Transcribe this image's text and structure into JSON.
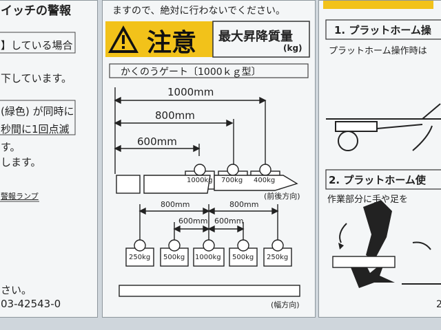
{
  "left_panel": {
    "line1": "イッチの警報",
    "line2": "】している場合",
    "line3": "下しています。",
    "line4": "(緑色) が同時に",
    "line5": "秒間に1回点滅",
    "line6": "す。",
    "line7": "します。",
    "line8": "警報ランプ",
    "line9": "さい。",
    "line10": "03-42543-0"
  },
  "center_panel": {
    "top_text": "ますので、絶対に行わないでください。",
    "caution_label": "注意",
    "max_load_title": "最大昇降質量",
    "unit": "(kg)",
    "gate_title": "かくのうゲート〔1000ｋｇ型〕",
    "longitudinal": {
      "dims": [
        "1000mm",
        "800mm",
        "600mm"
      ],
      "weights": [
        "1000kg",
        "700kg",
        "400kg"
      ],
      "direction": "(前後方向)"
    },
    "lateral": {
      "dims_outer": [
        "800mm",
        "800mm"
      ],
      "dims_inner": [
        "600mm",
        "600mm"
      ],
      "weights": [
        "250kg",
        "500kg",
        "1000kg",
        "500kg",
        "250kg"
      ],
      "direction": "(幅方向)"
    }
  },
  "right_panel": {
    "step1_title": "1. プラットホーム操",
    "step1_text": "プラットホーム操作時は",
    "step2_title": "2. プラットホーム使",
    "step2_text": "作業部分に手や足を",
    "page_num": "2"
  },
  "colors": {
    "caution_yellow": "#f2c21a",
    "panel_bg": "#f4f6f7",
    "ink": "#222222"
  },
  "icons": [
    "warning-triangle-icon",
    "hand-pinch-icon",
    "curved-arrow-icon"
  ]
}
